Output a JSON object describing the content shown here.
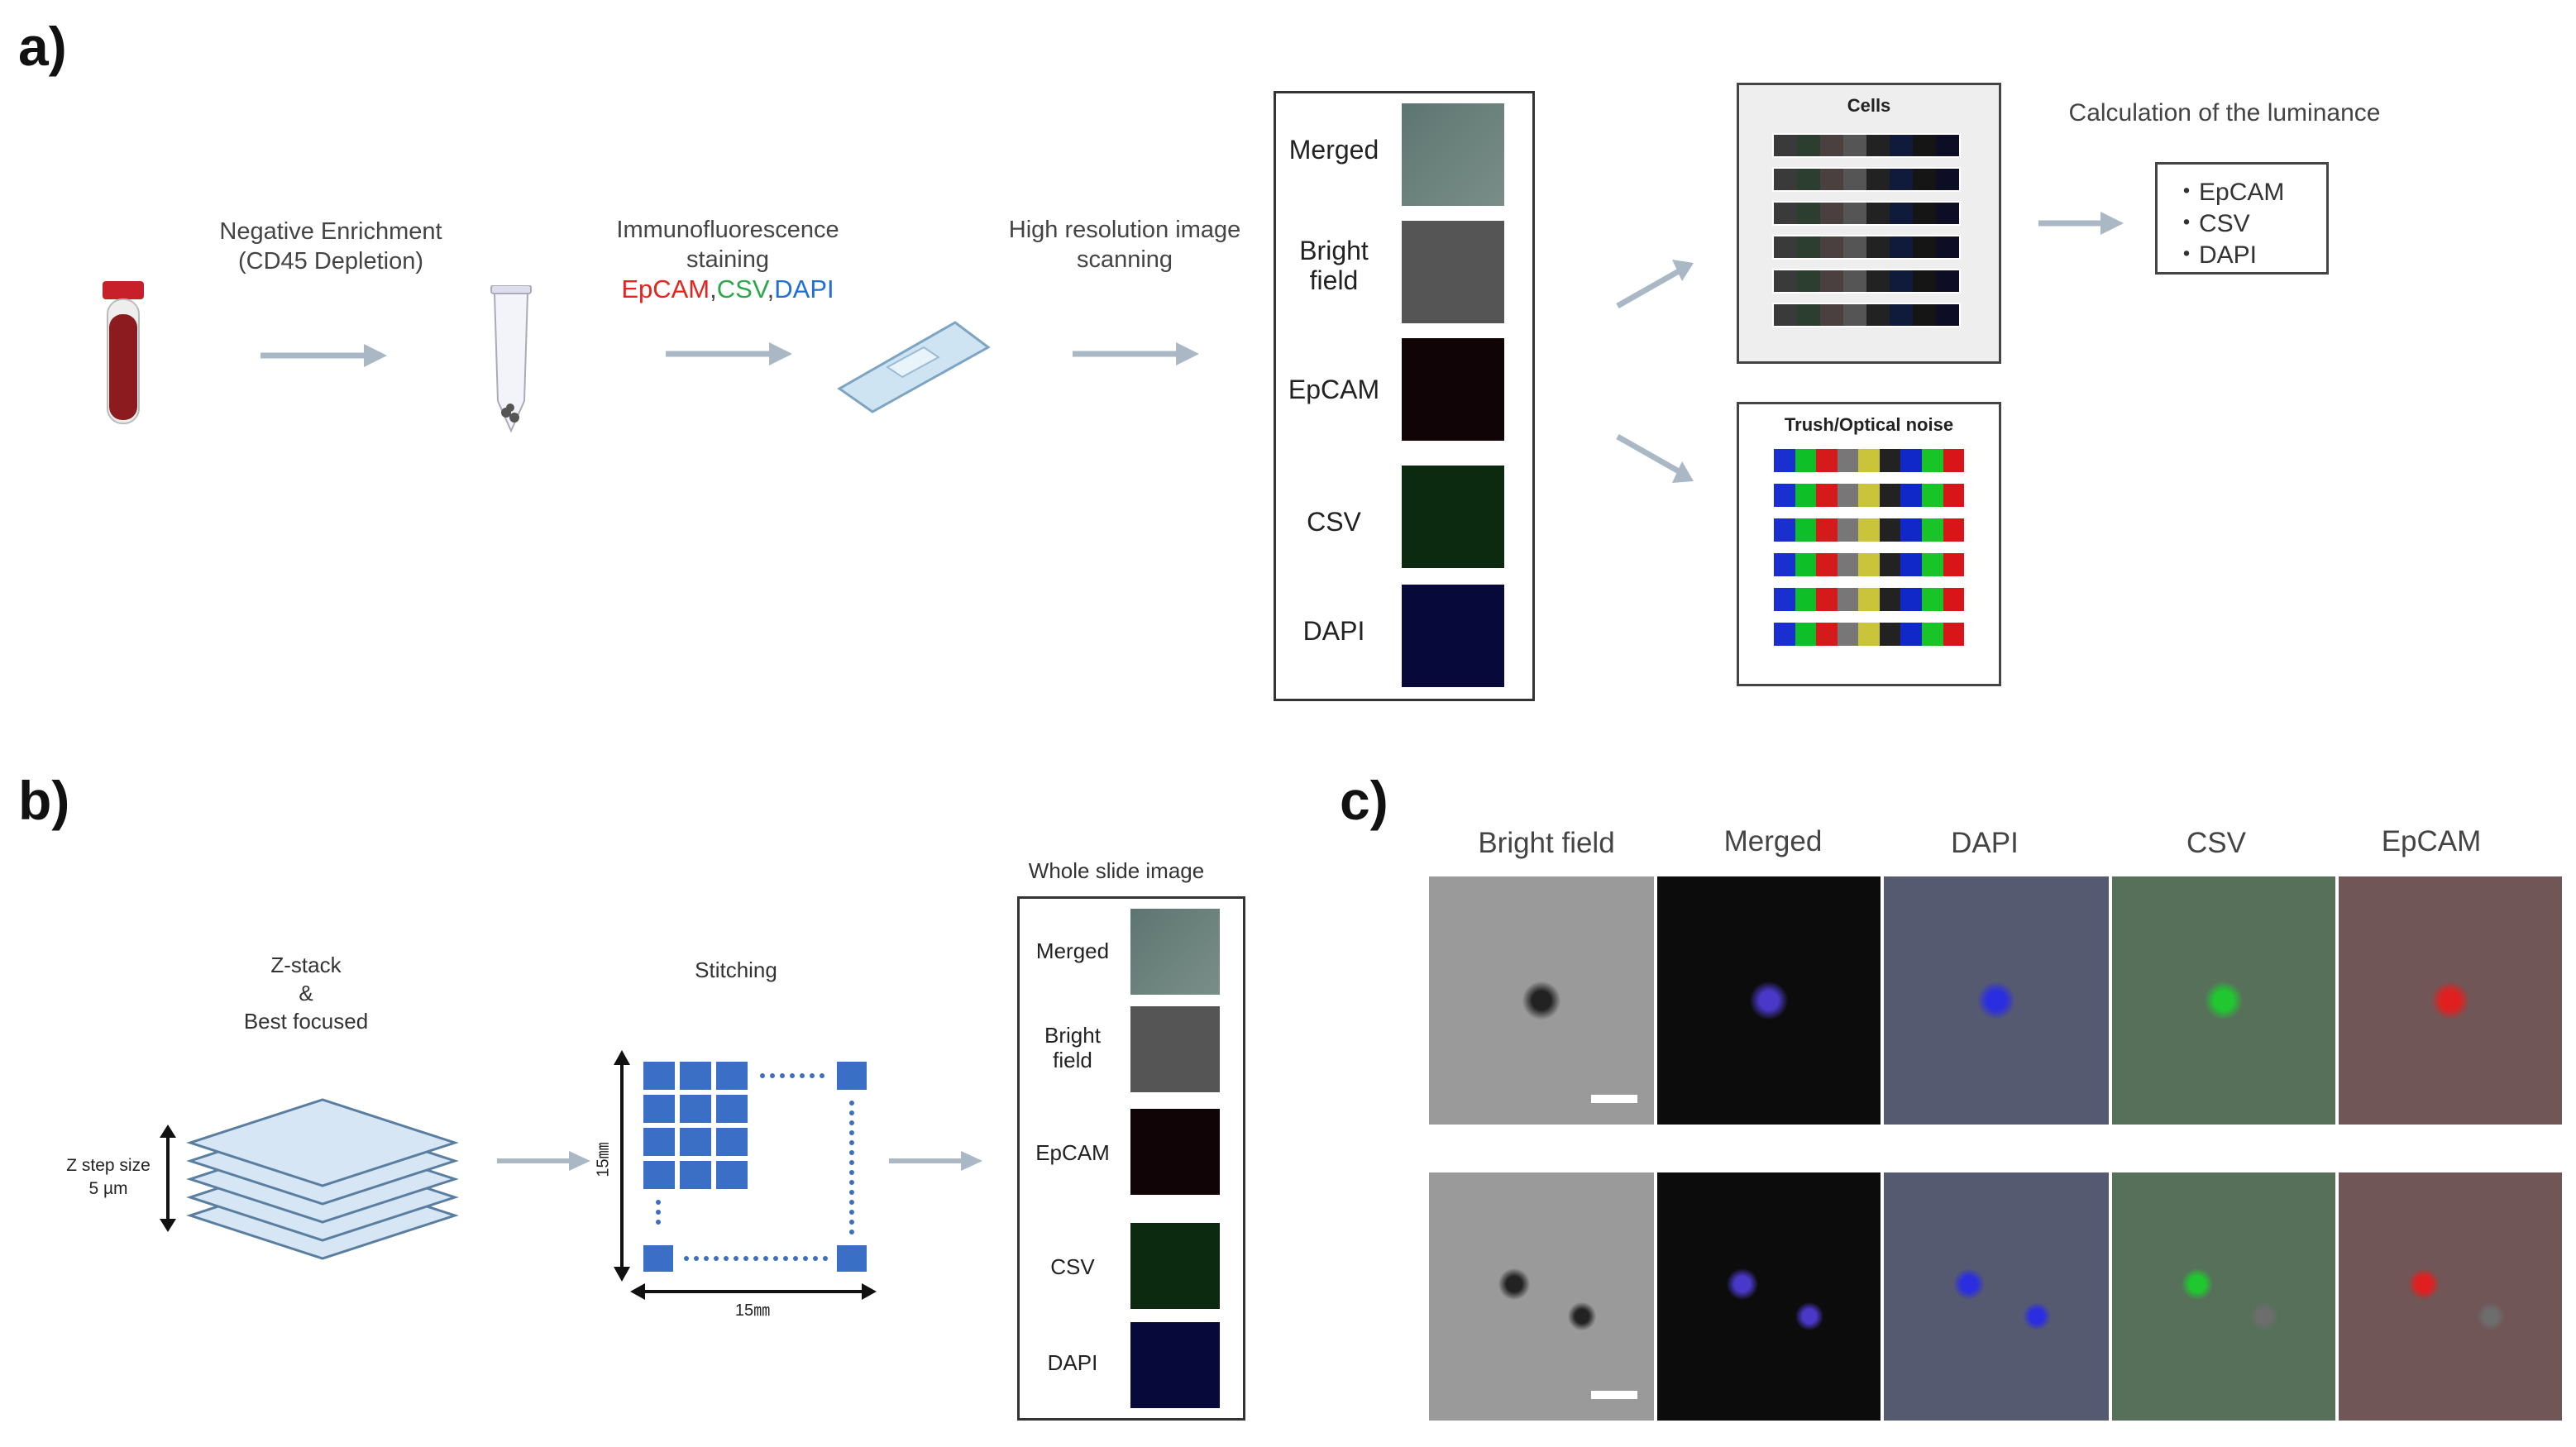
{
  "panels": {
    "a": "a)",
    "b": "b)",
    "c": "c)"
  },
  "a": {
    "step1": "Negative Enrichment\n(CD45 Depletion)",
    "step2": "Immunofluorescence\nstaining",
    "stains": {
      "epcam": "EpCAM",
      "comma1": ",",
      "csv": "CSV",
      "comma2": ",",
      "dapi": "DAPI"
    },
    "step3": "High resolution image\nscanning",
    "channels": [
      "Merged",
      "Bright\nfield",
      "EpCAM",
      "CSV",
      "DAPI"
    ],
    "cells_title": "Cells",
    "noise_title": "Trush/Optical noise",
    "luminance_title": "Calculation of the luminance",
    "luminance_items": [
      "・EpCAM",
      "・CSV",
      "・DAPI"
    ]
  },
  "b": {
    "zstack": "Z-stack\n&\nBest focused",
    "zstep": "Z step size\n5 µm",
    "stitching": "Stitching",
    "dim_h": "15㎜",
    "dim_v": "15㎜",
    "wsi_title": "Whole slide image",
    "channels": [
      "Merged",
      "Bright\nfield",
      "EpCAM",
      "CSV",
      "DAPI"
    ]
  },
  "c": {
    "columns": [
      "Bright field",
      "Merged",
      "DAPI",
      "CSV",
      "EpCAM"
    ]
  },
  "colors": {
    "epcam": "#e8221c",
    "csv": "#2aa84a",
    "dapi": "#1f6fd6",
    "arrow": "#a9b8c4"
  }
}
